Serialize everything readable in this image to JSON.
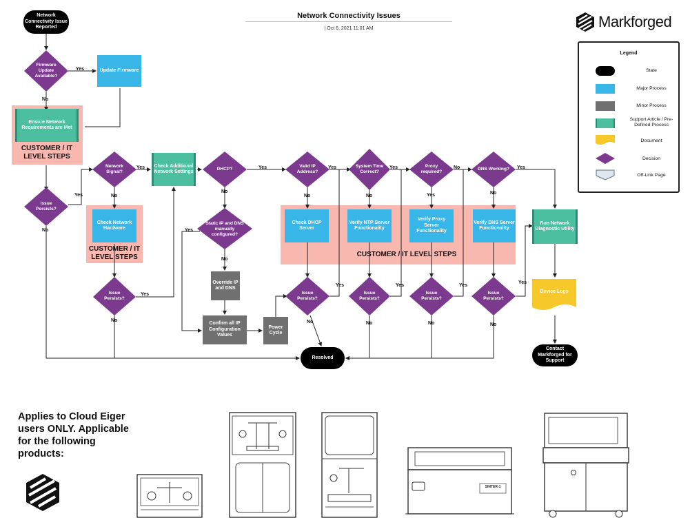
{
  "header": {
    "title": "Network Connectivity Issues",
    "date": "|  Oct 6, 2021 11:01 AM",
    "brand": "Markforged"
  },
  "legend": {
    "title": "Legend",
    "items": [
      {
        "shape": "state",
        "label": "State"
      },
      {
        "shape": "major",
        "label": "Major Process"
      },
      {
        "shape": "minor",
        "label": "Minor Process"
      },
      {
        "shape": "support",
        "label": "Support Article / Pre-Defined Process"
      },
      {
        "shape": "document",
        "label": "Document"
      },
      {
        "shape": "decision",
        "label": "Decision"
      },
      {
        "shape": "offlink",
        "label": "Off-Link Page"
      }
    ]
  },
  "nodes": {
    "start": "Network Connectivity Issue Reported",
    "firmware": "Firmware Update Available?",
    "update_fw": "Update Firmware",
    "ensure_net": "Ensure Network Requirements are Met",
    "issue1": "Issue Persists?",
    "net_signal": "Network Signal?",
    "check_hw": "Check Network Hardware",
    "issue2": "Issue Persists?",
    "check_settings": "Check Additional Network Settings",
    "dhcp": "DHCP?",
    "static_ip": "Static IP and DNS manually configured?",
    "override": "Override IP and DNS",
    "confirm_ip": "Confirm all IP Configuration Values",
    "power_cycle": "Power Cycle",
    "valid_ip": "Valid IP Address?",
    "check_dhcp": "Check DHCP Server",
    "issue3": "Issue Persists?",
    "system_time": "System Time Correct?",
    "verify_ntp": "Verify NTP Server Functionality",
    "issue4": "Issue Persists?",
    "proxy": "Proxy required?",
    "verify_proxy": "Verify Proxy Server Functionality",
    "issue5": "Issue Persists?",
    "dns": "DNS Working?",
    "verify_dns": "Verify DNS Server Functionality",
    "issue6": "Issue Persists?",
    "run_diag": "Run Network Diagnostic Utility",
    "device_logs": "Device Logs",
    "contact": "Contact Markforged for Support",
    "resolved": "Resolved"
  },
  "groups": {
    "cust1": "CUSTOMER / IT LEVEL STEPS",
    "cust2": "CUSTOMER / IT LEVEL STEPS",
    "cust3": "CUSTOMER / IT LEVEL STEPS"
  },
  "edge_labels": {
    "yes": "Yes",
    "no": "No"
  },
  "footer": {
    "applies": "Applies to Cloud Eiger users ONLY. Applicable for the following products:",
    "sinter_label": "SINTER-1"
  },
  "colors": {
    "decision": "#7b3a8e",
    "major": "#38b6e8",
    "minor": "#707070",
    "support": "#4cbfa0",
    "document": "#f7c82a",
    "state": "#000000",
    "group_bg": "#f8b8b0"
  }
}
